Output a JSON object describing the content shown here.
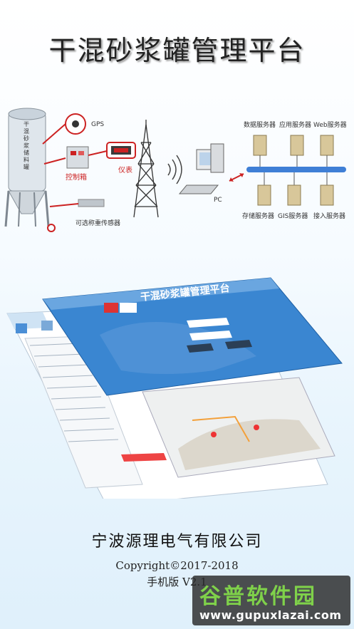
{
  "header": {
    "title": "干混砂浆罐管理平台"
  },
  "diagram": {
    "tank_text": "干混砂浆储料罐",
    "gps_label": "GPS",
    "control_box_label": "控制箱",
    "meter_label": "仪表",
    "sensor_label": "可选称重传感器",
    "pc_label": "PC",
    "servers": [
      {
        "label": "数据服务器"
      },
      {
        "label": "应用服务器"
      },
      {
        "label": "Web服务器"
      },
      {
        "label": "存储服务器"
      },
      {
        "label": "GIS服务器"
      },
      {
        "label": "接入服务器"
      }
    ]
  },
  "screens": {
    "login_title": "干混砂浆罐管理平台"
  },
  "footer": {
    "company": "宁波源理电气有限公司",
    "copyright": "Copyright©2017-2018",
    "version": "手机版 V2.1"
  },
  "watermark": {
    "brand": "谷普软件园",
    "url": "www.gupuxlazai.com"
  },
  "colors": {
    "accent_red": "#cc2222",
    "server_line": "#3f7fd6",
    "screen_blue": "#2f78c8",
    "watermark_green": "#7fd14a"
  }
}
